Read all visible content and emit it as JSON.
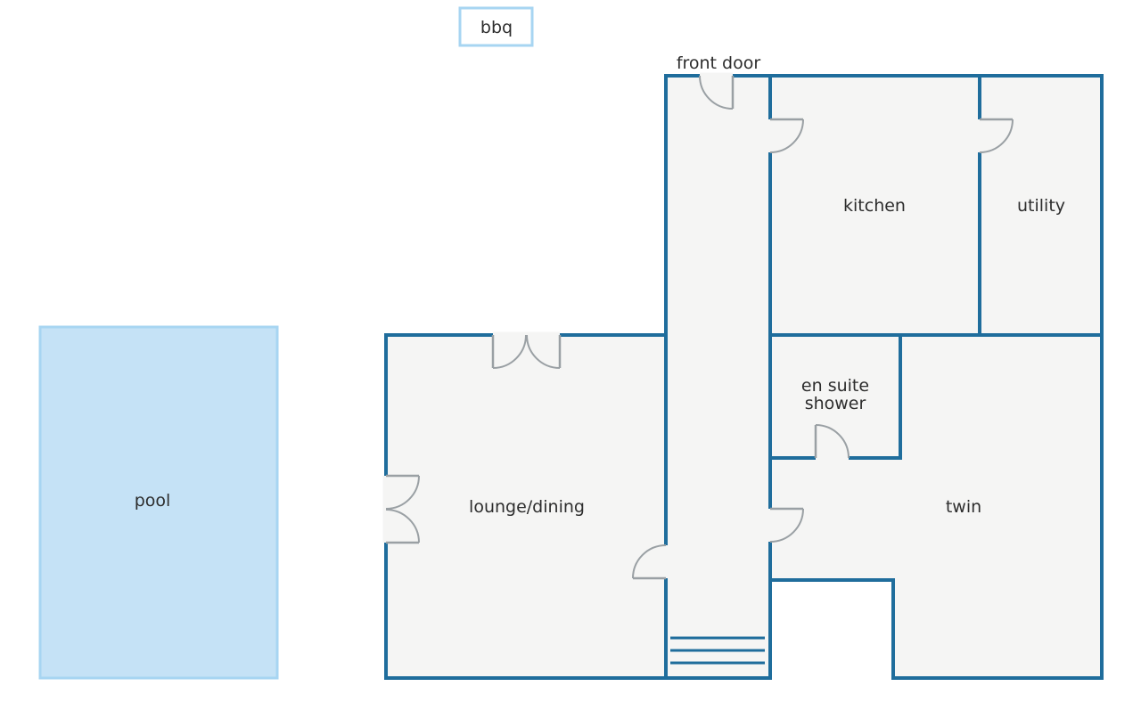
{
  "colors": {
    "wall": "#1f6d9c",
    "floor": "#f5f5f4",
    "pool_fill": "#c5e2f6",
    "pool_border": "#a7d5f2",
    "door": "#9aa0a4",
    "text": "#2d2d2d"
  },
  "rooms": {
    "bbq": "bbq",
    "front_door": "front door",
    "kitchen": "kitchen",
    "utility": "utility",
    "en_suite_line1": "en suite",
    "en_suite_line2": "shower",
    "lounge_dining": "lounge/dining",
    "twin": "twin",
    "pool": "pool"
  }
}
